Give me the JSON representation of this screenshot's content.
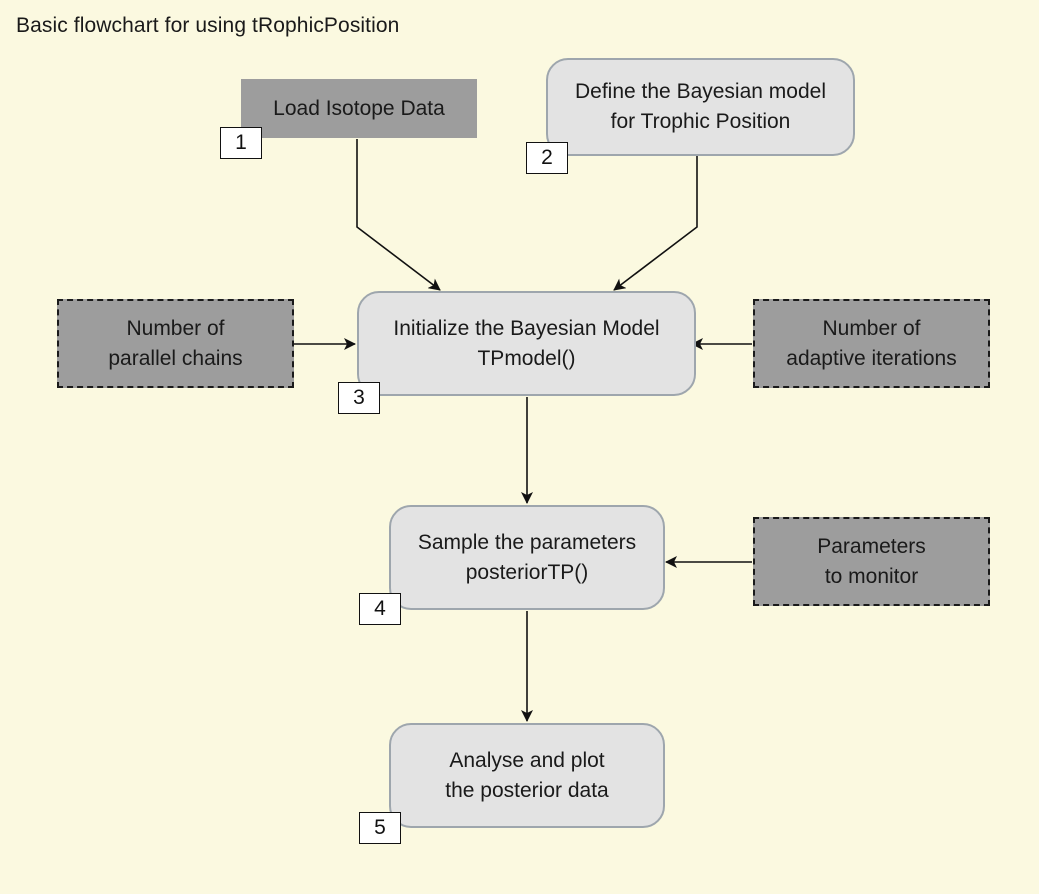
{
  "title": "Basic flowchart for using tRophicPosition",
  "nodes": {
    "load": {
      "lines": [
        "Load Isotope Data"
      ],
      "number": "1"
    },
    "define": {
      "lines": [
        "Define the Bayesian model",
        "for Trophic Position"
      ],
      "number": "2"
    },
    "init": {
      "lines": [
        "Initialize the Bayesian Model",
        "TPmodel()"
      ],
      "number": "3"
    },
    "sample": {
      "lines": [
        "Sample the parameters",
        "posteriorTP()"
      ],
      "number": "4"
    },
    "analyse": {
      "lines": [
        "Analyse and plot",
        "the posterior data"
      ],
      "number": "5"
    },
    "chains": {
      "lines": [
        "Number of",
        "parallel chains"
      ]
    },
    "adapt": {
      "lines": [
        "Number of",
        "adaptive iterations"
      ]
    },
    "monitor": {
      "lines": [
        "Parameters",
        "to monitor"
      ]
    }
  },
  "colors": {
    "background": "#fbf9e0",
    "process_fill": "#e3e3e3",
    "process_border": "#9ea6ad",
    "input_fill": "#9d9d9d",
    "line": "#111111"
  }
}
